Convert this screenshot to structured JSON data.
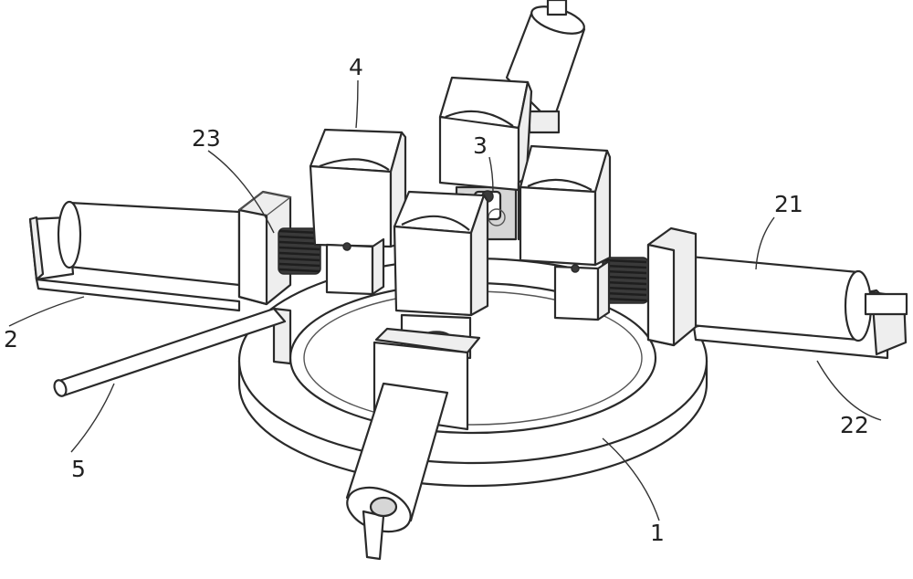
{
  "labels": {
    "base": "1",
    "side_tube_left": "2",
    "center_part": "3",
    "clamp_block": "4",
    "pipe": "5",
    "cylinder_right": "21",
    "side_plate_right": "22",
    "spring_left": "23"
  }
}
